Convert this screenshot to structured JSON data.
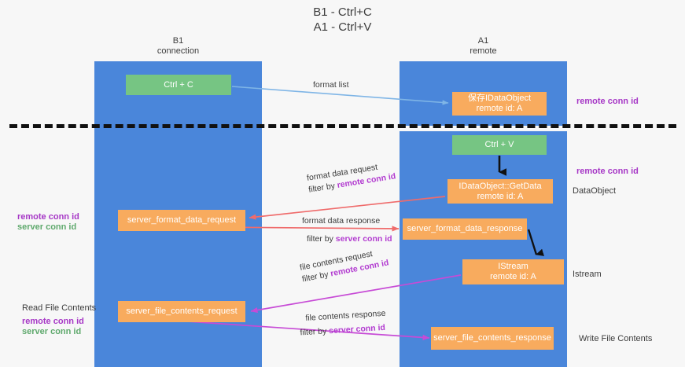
{
  "title": "B1 - Ctrl+C\nA1 - Ctrl+V",
  "lanes": [
    {
      "id": "b1",
      "head": "B1\nconnection",
      "color": "#4a86da"
    },
    {
      "id": "a1",
      "head": "A1\nremote",
      "color": "#4a86da"
    }
  ],
  "nodes": [
    {
      "id": "ctrl-c",
      "label": "Ctrl + C",
      "color": "#76c583"
    },
    {
      "id": "save-idataobject",
      "label": "保存IDataObject\nremote id: A",
      "color": "#f8ab5e"
    },
    {
      "id": "ctrl-v",
      "label": "Ctrl + V",
      "color": "#76c583"
    },
    {
      "id": "idataobject-getdata",
      "label": "IDataObject::GetData\nremote id: A",
      "color": "#f8ab5e"
    },
    {
      "id": "server-format-data-request",
      "label": "server_format_data_request",
      "color": "#f8ab5e"
    },
    {
      "id": "server-format-data-response",
      "label": "server_format_data_response",
      "color": "#f8ab5e"
    },
    {
      "id": "istream",
      "label": "IStream\nremote id: A",
      "color": "#f8ab5e"
    },
    {
      "id": "server-file-contents-request",
      "label": "server_file_contents_request",
      "color": "#f8ab5e"
    },
    {
      "id": "server-file-contents-response",
      "label": "server_file_contents_response",
      "color": "#f8ab5e"
    }
  ],
  "edges": [
    {
      "id": "format-list",
      "line1": "format list",
      "line2": "",
      "filter": "",
      "color": "#7fb5e6"
    },
    {
      "id": "format-data-request",
      "line1": "format data request",
      "line2": "filter by ",
      "filter": "remote conn id",
      "color": "#ef6b6b"
    },
    {
      "id": "format-data-response",
      "line1": "format data response",
      "line2": "filter by ",
      "filter": "server conn id",
      "color": "#ef6b6b"
    },
    {
      "id": "file-contents-request",
      "line1": "file contents request",
      "line2": "filter by ",
      "filter": "remote conn id",
      "color": "#c74bd6"
    },
    {
      "id": "file-contents-response",
      "line1": "file contents response",
      "line2": "filter by ",
      "filter": "server conn id",
      "color": "#c74bd6"
    }
  ],
  "annotations": {
    "remote_conn_id_top": "remote conn id",
    "remote_conn_id_mid": "remote conn id",
    "dataobject": "DataObject",
    "istream": "Istream",
    "write_file_contents": "Write File Contents",
    "left_remote_conn_id": "remote conn id",
    "left_server_conn_id": "server conn id",
    "read_file_contents": "Read File Contents",
    "left_remote_conn_id_2": "remote conn id",
    "left_server_conn_id_2": "server conn id"
  },
  "colors": {
    "lane": "#4a86da",
    "green_node": "#76c583",
    "orange_node": "#f8ab5e",
    "purple_text": "#a637c6",
    "green_text": "#5fa96d",
    "red_arrow": "#ef6b6b",
    "magenta_arrow": "#c74bd6",
    "blue_arrow": "#7fb5e6",
    "divider": "#111111",
    "background": "#f7f7f7"
  }
}
